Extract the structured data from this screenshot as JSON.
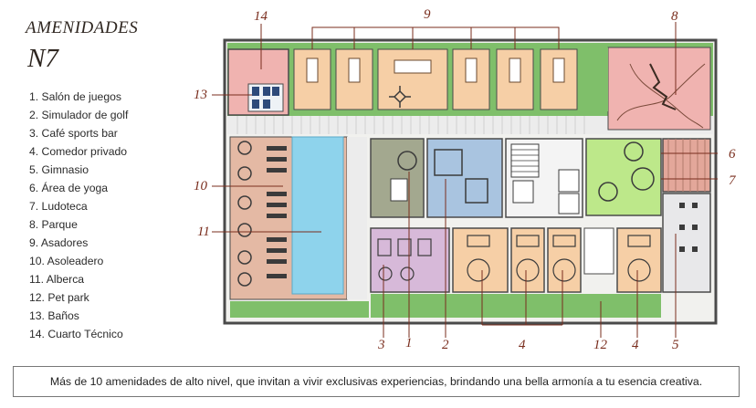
{
  "title": "AMENIDADES",
  "level": "N7",
  "amenities": [
    "1. Salón de juegos",
    "2. Simulador de golf",
    "3. Café sports bar",
    "4. Comedor privado",
    "5. Gimnasio",
    "6. Área de yoga",
    "7. Ludoteca",
    "8. Parque",
    "9. Asadores",
    "10. Asoleadero",
    "11. Alberca",
    "12. Pet park",
    "13. Baños",
    "14. Cuarto Técnico"
  ],
  "callouts": {
    "c1": "1",
    "c2": "2",
    "c3": "3",
    "c4a": "4",
    "c4b": "4",
    "c5": "5",
    "c6": "6",
    "c7": "7",
    "c8": "8",
    "c9": "9",
    "c10": "10",
    "c11": "11",
    "c12": "12",
    "c13": "13",
    "c14": "14"
  },
  "footer": "Más de 10 amenidades de alto nivel, que invitan a vivir exclusivas experiencias, brindando una bella armonía a tu esencia creativa.",
  "colors": {
    "wall": "#4a4a4a",
    "green": "#7fbf6a",
    "pink": "#f0b3b0",
    "peach": "#f6cfa6",
    "sand": "#e4b9a4",
    "pool": "#8ed3ec",
    "grey_green": "#a3a88f",
    "blue_room": "#a9c4e0",
    "lilac": "#d7b9d9",
    "lime": "#bde88a",
    "callout": "#7a2e1e"
  }
}
